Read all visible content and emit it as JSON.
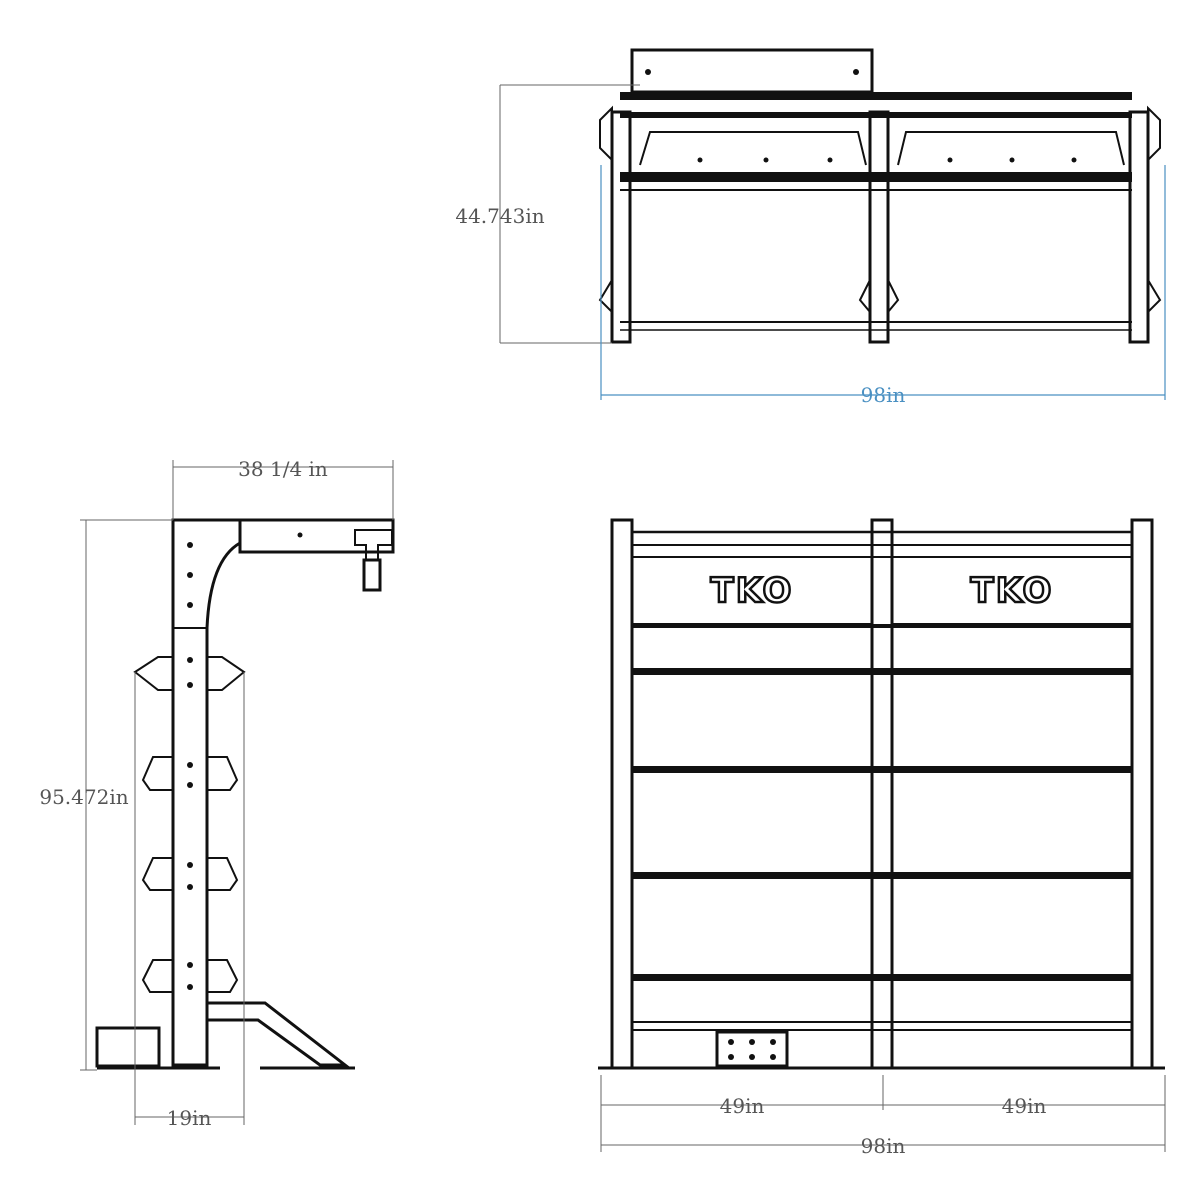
{
  "brand": {
    "logo_text": "TKO"
  },
  "dimensions": {
    "top_view_depth": "44.743in",
    "top_view_width": "98in",
    "side_top_width": "38 1/4 in",
    "side_height": "95.472in",
    "side_base_width": "19in",
    "front_left_bay": "49in",
    "front_right_bay": "49in",
    "front_total_width": "98in"
  },
  "colors": {
    "line": "#111111",
    "dimension": "#666666",
    "dimension_highlight": "#4a90c2"
  }
}
